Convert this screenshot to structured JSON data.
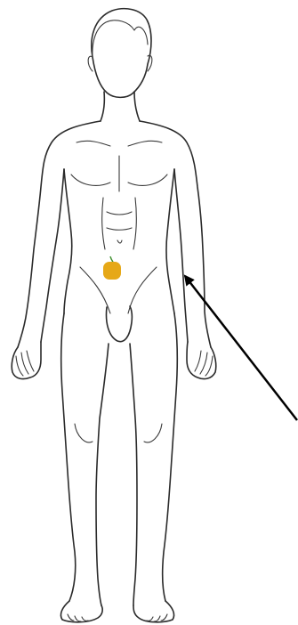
{
  "figure": {
    "subject": "front-view-human-body-outline",
    "background_color": "#ffffff",
    "line_color": "#2b2b2b",
    "marker_color": "#e6a817",
    "marker_stem_color": "#3f8f2f",
    "arrow_color": "#000000",
    "arrow_points_to": "right-forearm",
    "icons": [
      "body-outline",
      "highlight-marker",
      "pointer-arrow"
    ]
  }
}
